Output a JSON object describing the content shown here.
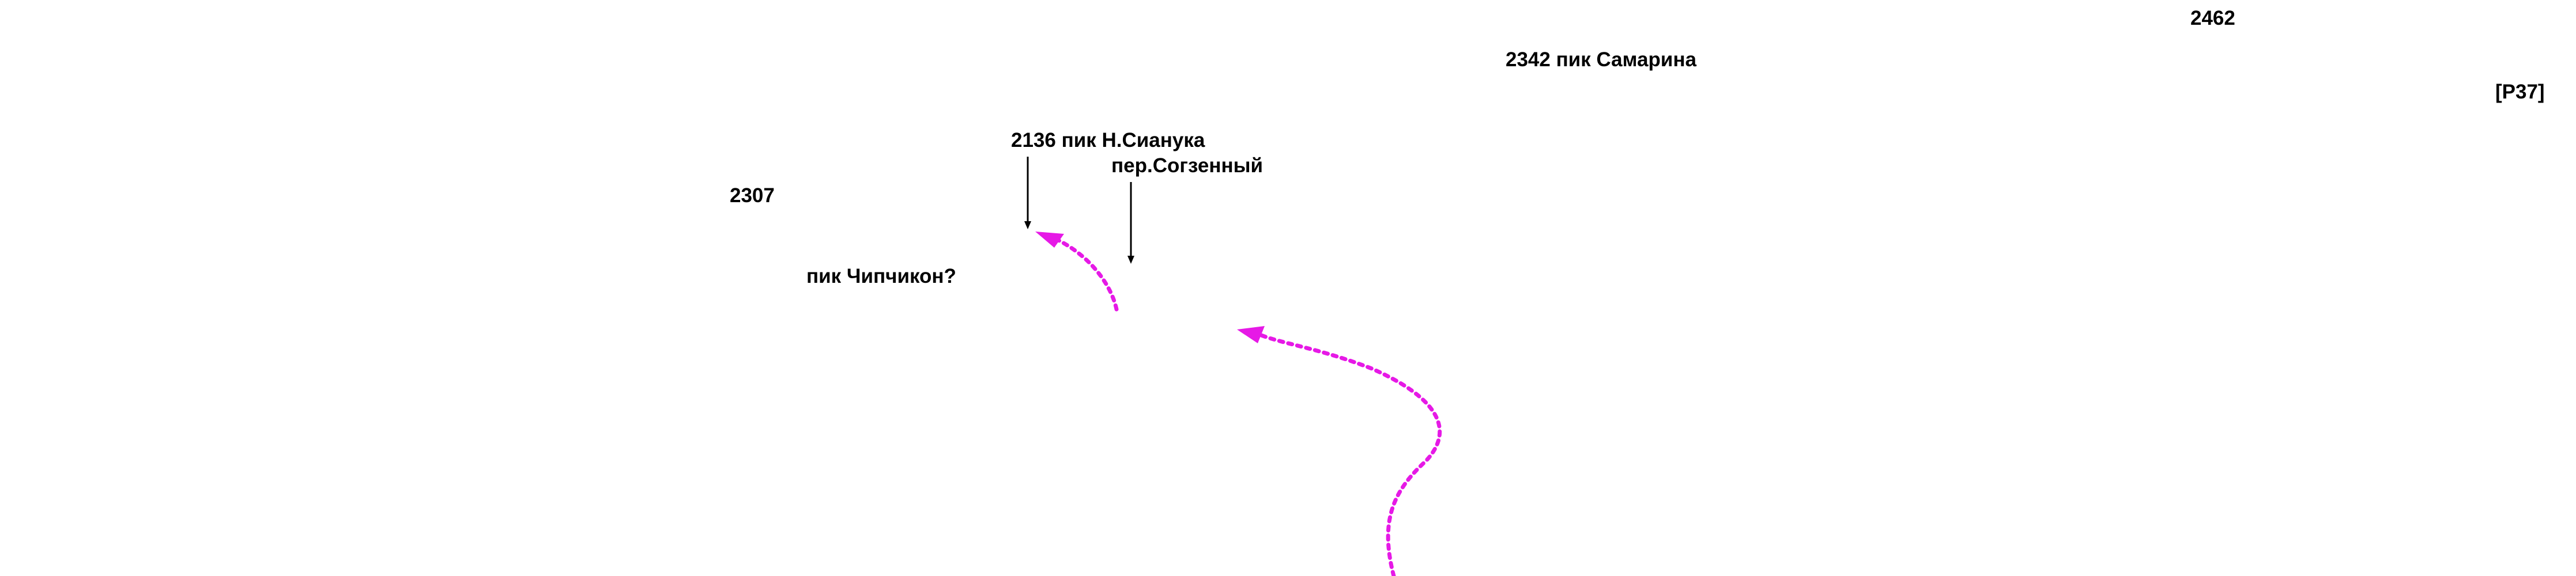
{
  "map": {
    "labels": {
      "elev_2462": "2462",
      "samarin_peak": "2342 пик Самарина",
      "sheet_ref": "[P37]",
      "sianuk_peak": "2136 пик Н.Сианука",
      "sogzenny_pass": "пер.Согзенный",
      "elev_2307": "2307",
      "chipchikon_peak": "пик Чипчикон?"
    },
    "colors": {
      "route": "#e619e6",
      "text": "#000000",
      "pointer": "#000000"
    }
  }
}
